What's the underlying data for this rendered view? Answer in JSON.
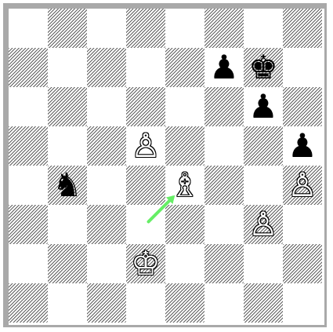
{
  "board": {
    "files": [
      "a",
      "b",
      "c",
      "d",
      "e",
      "f",
      "g",
      "h"
    ],
    "ranks": [
      8,
      7,
      6,
      5,
      4,
      3,
      2,
      1
    ],
    "pieces": [
      {
        "square": "f7",
        "type": "pawn",
        "color": "black",
        "glyph": "♟"
      },
      {
        "square": "g7",
        "type": "king",
        "color": "black",
        "glyph": "♚"
      },
      {
        "square": "g6",
        "type": "pawn",
        "color": "black",
        "glyph": "♟"
      },
      {
        "square": "h5",
        "type": "pawn",
        "color": "black",
        "glyph": "♟"
      },
      {
        "square": "b4",
        "type": "knight",
        "color": "black",
        "glyph": "♞"
      },
      {
        "square": "d5",
        "type": "pawn",
        "color": "white",
        "glyph": "♙"
      },
      {
        "square": "e4",
        "type": "bishop",
        "color": "white",
        "glyph": "♗"
      },
      {
        "square": "h4",
        "type": "pawn",
        "color": "white",
        "glyph": "♙"
      },
      {
        "square": "g3",
        "type": "pawn",
        "color": "white",
        "glyph": "♙"
      },
      {
        "square": "d2",
        "type": "king",
        "color": "white",
        "glyph": "♔"
      }
    ],
    "last_move_arrow": {
      "from": "d3",
      "to": "e4",
      "color": "#66ee66"
    }
  }
}
